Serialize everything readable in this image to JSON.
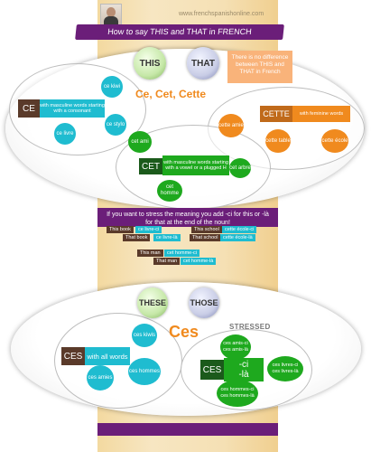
{
  "header": {
    "website": "www.frenchspanishonline.com",
    "title": "How to say THIS and THAT in FRENCH"
  },
  "top": {
    "this_label": "THIS",
    "that_label": "THAT",
    "forms": "Ce, Cet, Cette",
    "note": "There is no difference between THIS and THAT in French"
  },
  "ce": {
    "label": "CE",
    "desc": "with masculine words starting with a consonant",
    "examples": [
      "ce kiwi",
      "ce stylo",
      "ce livre"
    ]
  },
  "cette": {
    "label": "CETTE",
    "desc": "with feminine words",
    "examples": [
      "cette amie",
      "cette table",
      "cette école"
    ]
  },
  "cet": {
    "label": "CET",
    "desc": "with masculine words starting with a vowel or a plugged H",
    "examples": [
      "cet ami",
      "cet arbre",
      "cet homme"
    ]
  },
  "stress": {
    "text": "If you want to stress the meaning you add -ci for this or -là for that at the end of the noun!",
    "rows": [
      {
        "en": "This book",
        "fr": "ce livre-ci"
      },
      {
        "en": "That book",
        "fr": "ce livre-là"
      },
      {
        "en": "This school",
        "fr": "cette école-ci"
      },
      {
        "en": "That school",
        "fr": "cette école-là"
      },
      {
        "en": "This man",
        "fr": "cet homme-ci"
      },
      {
        "en": "That man",
        "fr": "cet homme-là"
      }
    ]
  },
  "plural": {
    "these_label": "THESE",
    "those_label": "THOSE",
    "form": "Ces",
    "stressed": "STRESSED",
    "ces_label": "CES",
    "ces_desc": "with all words",
    "examples": [
      "ces kiwis",
      "ces hommes",
      "ces amies"
    ],
    "ces_stressed_label": "CES",
    "suffix_ci": "-ci",
    "suffix_la": "-là",
    "stressed_examples": [
      "ces amis-ci\nces amis-là",
      "ces livres-ci\nces livres-là",
      "ces hommes-ci\nces hommes-là"
    ]
  },
  "colors": {
    "purple": "#6b1e79",
    "teal": "#1fbcd0",
    "orange": "#f08a1e",
    "green": "#1ea91e",
    "brown": "#5a3a2a"
  }
}
